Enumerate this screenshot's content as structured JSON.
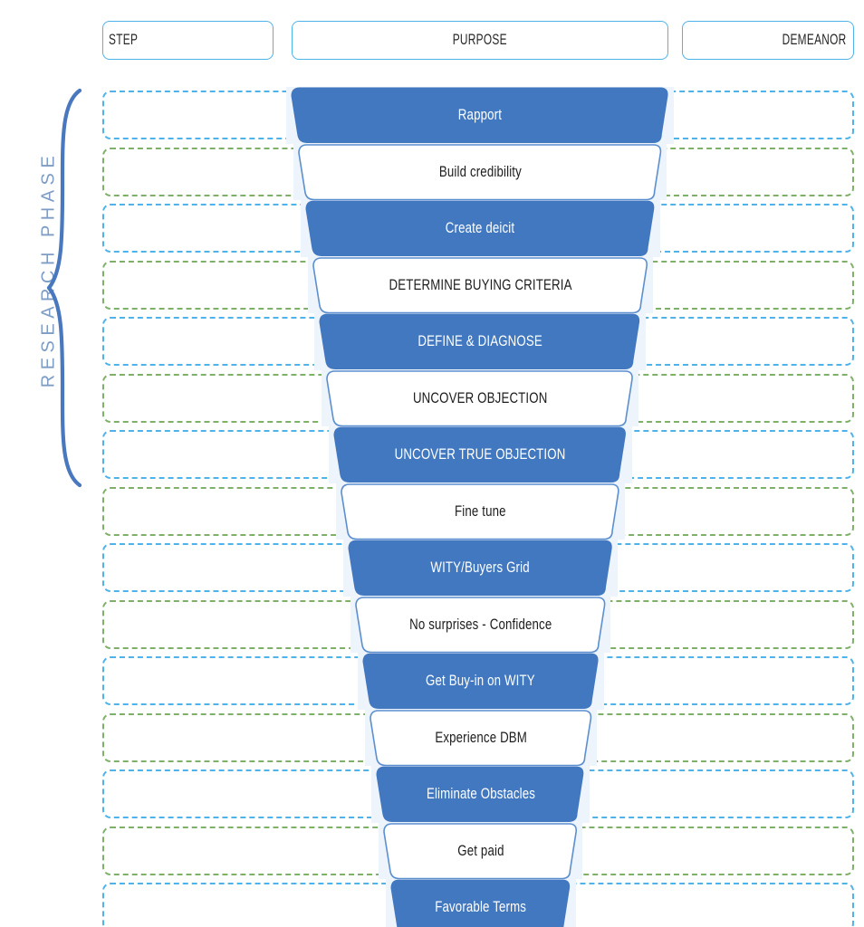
{
  "header": {
    "columns": [
      {
        "key": "step",
        "label": "STEP"
      },
      {
        "key": "purpose",
        "label": "PURPOSE"
      },
      {
        "key": "demeanor",
        "label": "DEMEANOR"
      }
    ]
  },
  "phase": {
    "label": "RESEARCH PHASE",
    "brace_icon": "curly-brace-icon",
    "spans_rows": 7
  },
  "colors": {
    "accent_blue": "#4178c0",
    "header_border": "#4fb3ea",
    "lane_blue": "#4fb3ea",
    "lane_green": "#7fb069",
    "phase_text": "#7e9cc4",
    "brace": "#4a78be",
    "funnel_shadow": "#eef4fb",
    "white_box_border": "#5b8fd0",
    "text_dark": "#1c1c1c",
    "text_light": "#ffffff"
  },
  "funnel": {
    "type": "funnel",
    "title": "Sales Process Funnel",
    "rows": [
      {
        "index": 1,
        "purpose": "Rapport",
        "style": "filled"
      },
      {
        "index": 2,
        "purpose": "Build credibility",
        "style": "outline"
      },
      {
        "index": 3,
        "purpose": "Create deicit",
        "style": "filled"
      },
      {
        "index": 4,
        "purpose": "DETERMINE BUYING CRITERIA",
        "style": "outline"
      },
      {
        "index": 5,
        "purpose": "DEFINE & DIAGNOSE",
        "style": "filled"
      },
      {
        "index": 6,
        "purpose": "UNCOVER OBJECTION",
        "style": "outline"
      },
      {
        "index": 7,
        "purpose": "UNCOVER TRUE OBJECTION",
        "style": "filled"
      },
      {
        "index": 8,
        "purpose": "Fine tune",
        "style": "outline"
      },
      {
        "index": 9,
        "purpose": "WITY/Buyers Grid",
        "style": "filled"
      },
      {
        "index": 10,
        "purpose": "No surprises - Confidence",
        "style": "outline"
      },
      {
        "index": 11,
        "purpose": "Get Buy-in on WITY",
        "style": "filled"
      },
      {
        "index": 12,
        "purpose": "Experience DBM",
        "style": "outline"
      },
      {
        "index": 13,
        "purpose": "Eliminate Obstacles",
        "style": "filled"
      },
      {
        "index": 14,
        "purpose": "Get paid",
        "style": "outline"
      },
      {
        "index": 15,
        "purpose": "Favorable Terms",
        "style": "filled"
      }
    ]
  }
}
